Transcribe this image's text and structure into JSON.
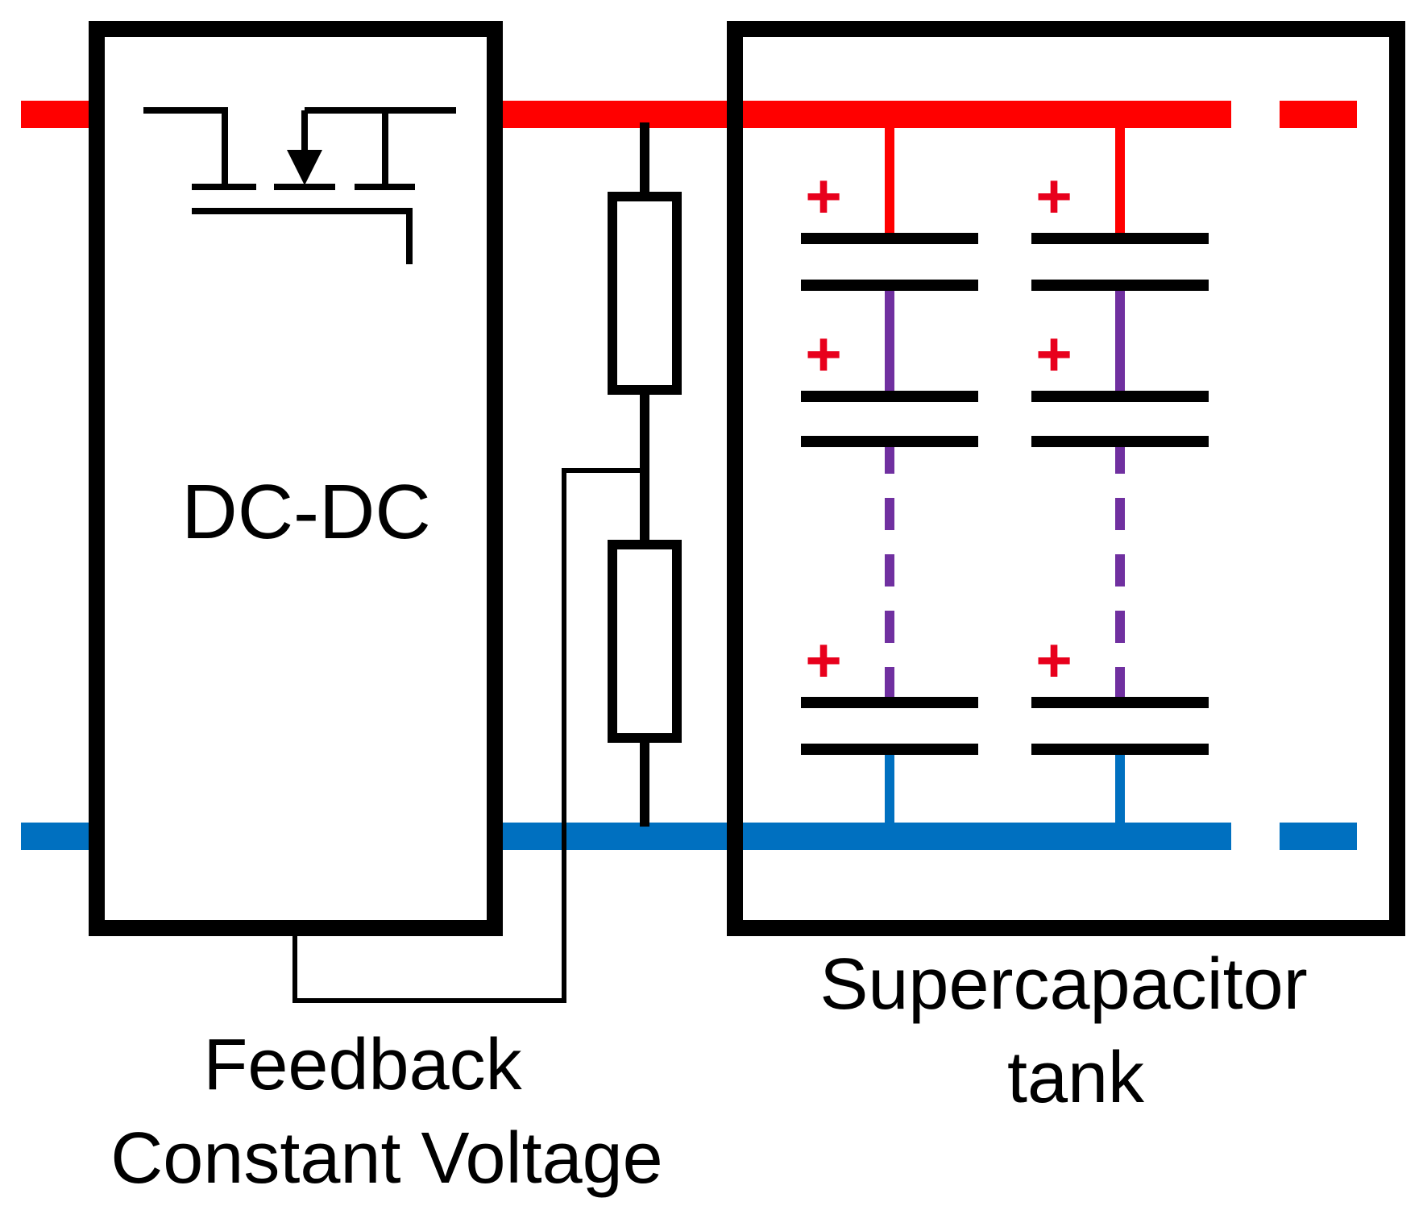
{
  "labels": {
    "converter": "DC-DC",
    "feedback_line1": "Feedback",
    "feedback_line2": "Constant Voltage",
    "tank_line1": "Supercapacitor",
    "tank_line2": "tank",
    "polarity": "+"
  },
  "colors": {
    "positive_rail": "#ff0000",
    "negative_rail": "#0070c0",
    "series_link": "#7030a0",
    "outline": "#000000",
    "polarity_mark": "#e8001c"
  },
  "capacitor_strings": 2,
  "visible_cells_per_string": 3
}
